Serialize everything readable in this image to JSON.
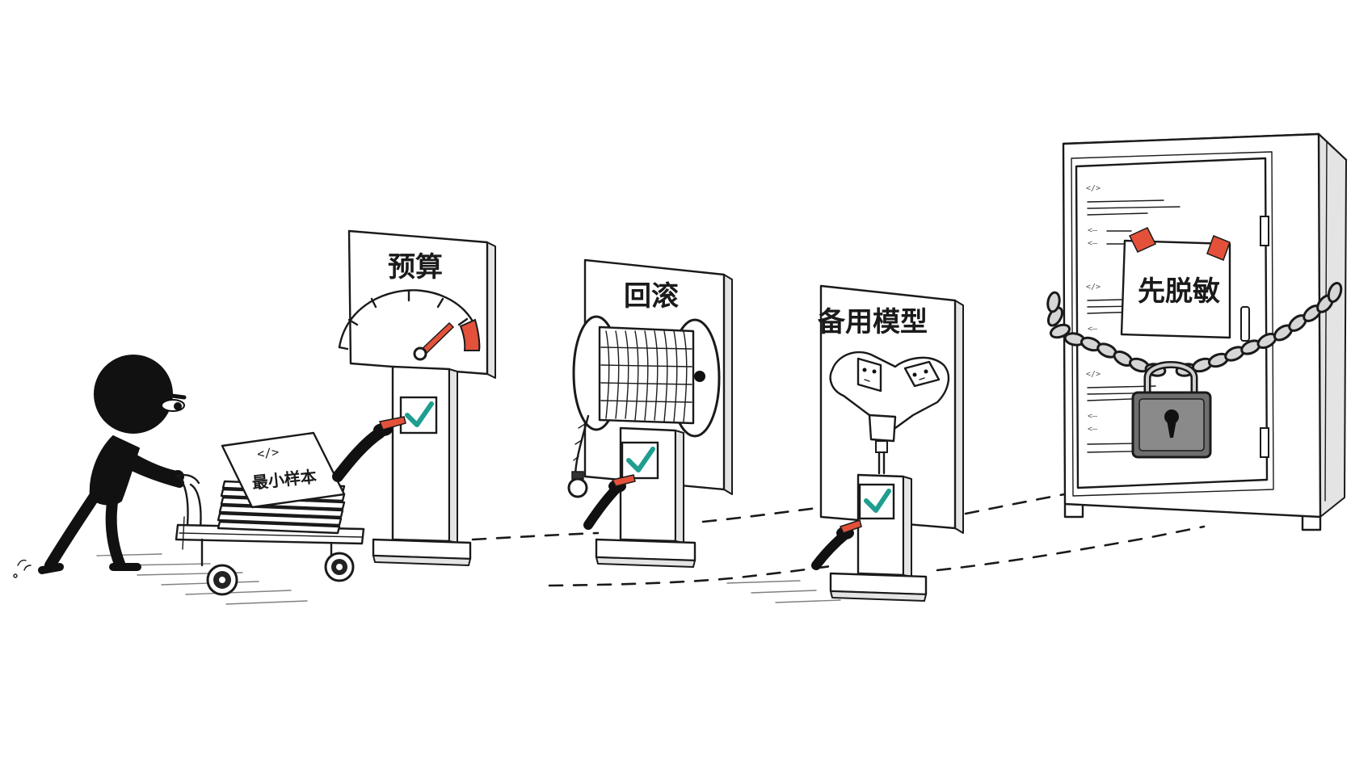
{
  "cart": {
    "paper_code": "</>",
    "paper_label": "最小样本"
  },
  "budget_sign": {
    "title": "预算",
    "checked": true
  },
  "rollback_sign": {
    "title": "回滚",
    "checked": true
  },
  "fallback_sign": {
    "title": "备用模型",
    "checked": true
  },
  "cabinet": {
    "note_label": "先脱敏",
    "code_marks": [
      "</>",
      "</>",
      "</>"
    ],
    "line_marks": [
      "<–",
      "<–",
      "<–",
      "<–",
      "<–",
      "<–"
    ]
  },
  "colors": {
    "accent_red": "#e4513a",
    "check_teal": "#1f9e8f",
    "ink": "#1a1a1a",
    "figure_black": "#111111",
    "tape_red": "#e4513a"
  },
  "icons": {
    "gauge": "speedometer-gauge-icon",
    "reel": "rope-reel-icon",
    "adapter": "plug-adapter-icon",
    "lock": "padlock-icon",
    "check": "checkmark-icon"
  }
}
